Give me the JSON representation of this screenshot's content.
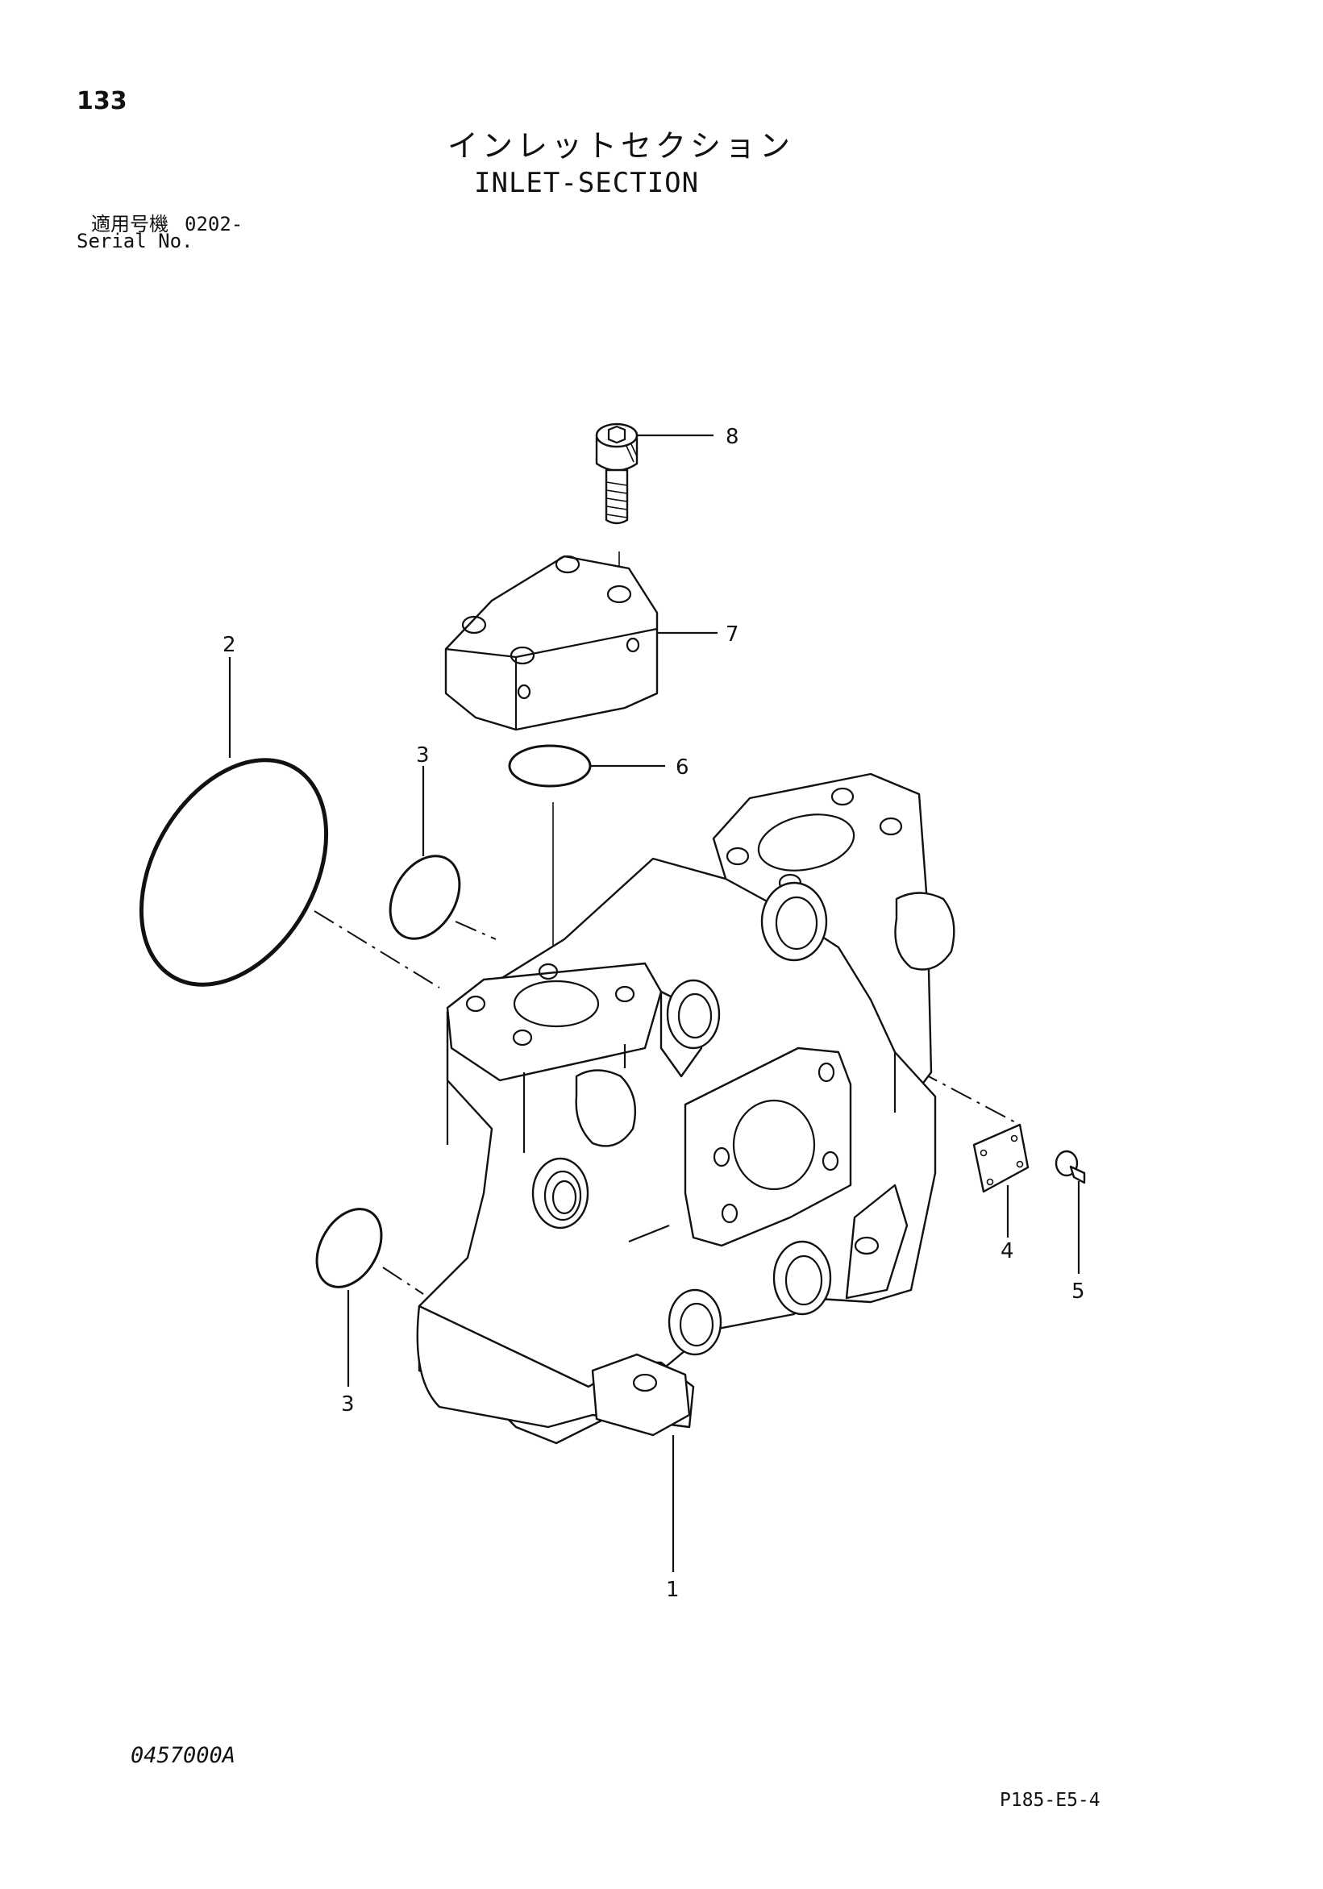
{
  "header": {
    "page_number": "133",
    "title_jp": "インレットセクション",
    "title_en": "INLET-SECTION",
    "serial_label_jp": "適用号機",
    "serial_value": "0202-",
    "serial_label_en": "Serial No."
  },
  "callouts": [
    {
      "id": "1",
      "label": "1"
    },
    {
      "id": "2",
      "label": "2"
    },
    {
      "id": "3a",
      "label": "3"
    },
    {
      "id": "3b",
      "label": "3"
    },
    {
      "id": "4",
      "label": "4"
    },
    {
      "id": "5",
      "label": "5"
    },
    {
      "id": "6",
      "label": "6"
    },
    {
      "id": "7",
      "label": "7"
    },
    {
      "id": "8",
      "label": "8"
    }
  ],
  "footer": {
    "drawing_code": "0457000A",
    "page_code": "P185-E5-4"
  }
}
